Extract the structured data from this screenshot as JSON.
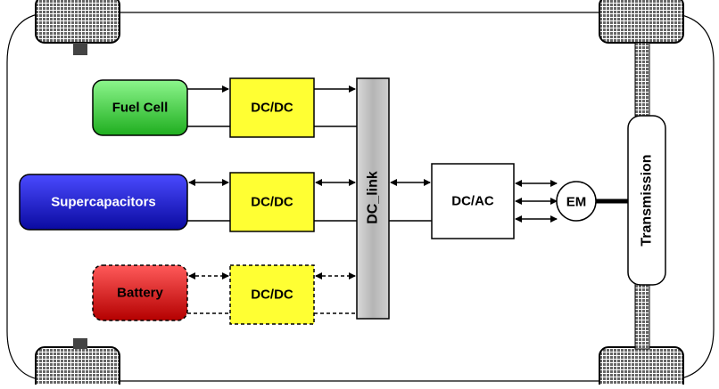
{
  "blocks": {
    "fuel_cell": "Fuel Cell",
    "supercapacitors": "Supercapacitors",
    "battery": "Battery",
    "dcdc_fuel": "DC/DC",
    "dcdc_super": "DC/DC",
    "dcdc_battery": "DC/DC",
    "dc_link": "DC_link",
    "dcac": "DC/AC",
    "em": "EM",
    "transmission": "Transmission"
  },
  "colors": {
    "fuel_cell": "#3cd23c",
    "supercapacitors": "#1414d2",
    "battery": "#e61414",
    "dcdc": "#ffff33",
    "dc_link": "#bfbfbf",
    "tire": "#7a7a7a"
  }
}
